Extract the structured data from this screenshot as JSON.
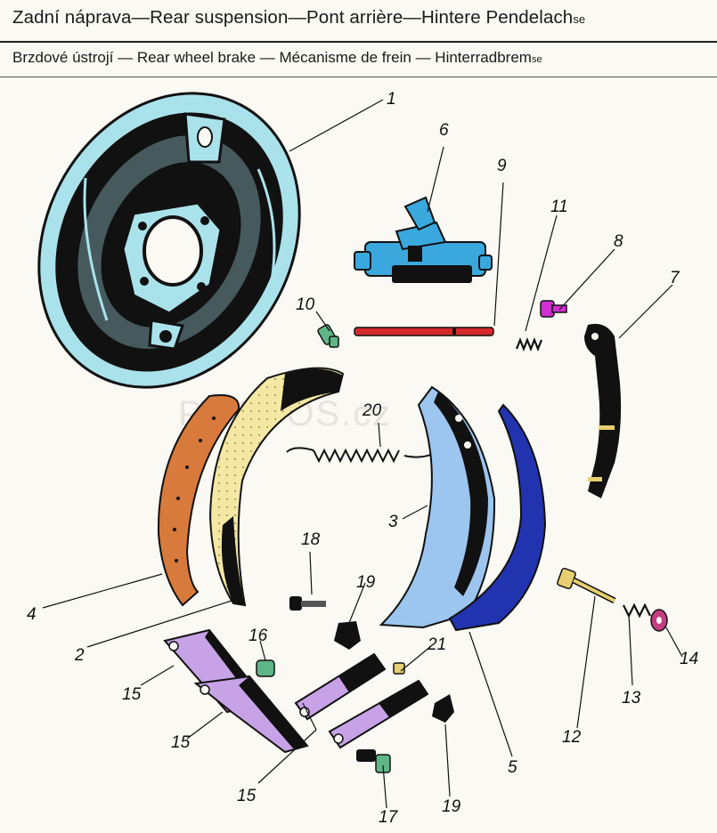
{
  "header": {
    "title_main": "Zadní náprava—Rear suspension—Pont arrière—Hintere Pendelach",
    "title_tail": "se",
    "subtitle_main": "Brzdové ústrojí — Rear wheel brake — Mécanisme de frein — Hinterradbrem",
    "subtitle_tail": "se"
  },
  "watermark": "PRAGOS.cz",
  "colors": {
    "plate": "#a9e2ea",
    "shoe_blue": "#9cc6ef",
    "lining_blue": "#2233b0",
    "lining_orange": "#d77a3c",
    "shoe_yellow": "#f4e8a4",
    "cylinder": "#3aa8dc",
    "rod": "#d42a2a",
    "lever": "#c7a2e6",
    "pin": "#d22fd0",
    "green": "#5fb585",
    "washer": "#c33d80",
    "stud": "#e6cf70"
  },
  "labels": {
    "l1": "1",
    "l2": "2",
    "l3": "3",
    "l4": "4",
    "l5": "5",
    "l6": "6",
    "l7": "7",
    "l8": "8",
    "l9": "9",
    "l10": "10",
    "l11": "11",
    "l12": "12",
    "l13": "13",
    "l14": "14",
    "l15a": "15",
    "l15b": "15",
    "l15c": "15",
    "l16": "16",
    "l17": "17",
    "l18": "18",
    "l19a": "19",
    "l19b": "19",
    "l20": "20",
    "l21": "21"
  }
}
